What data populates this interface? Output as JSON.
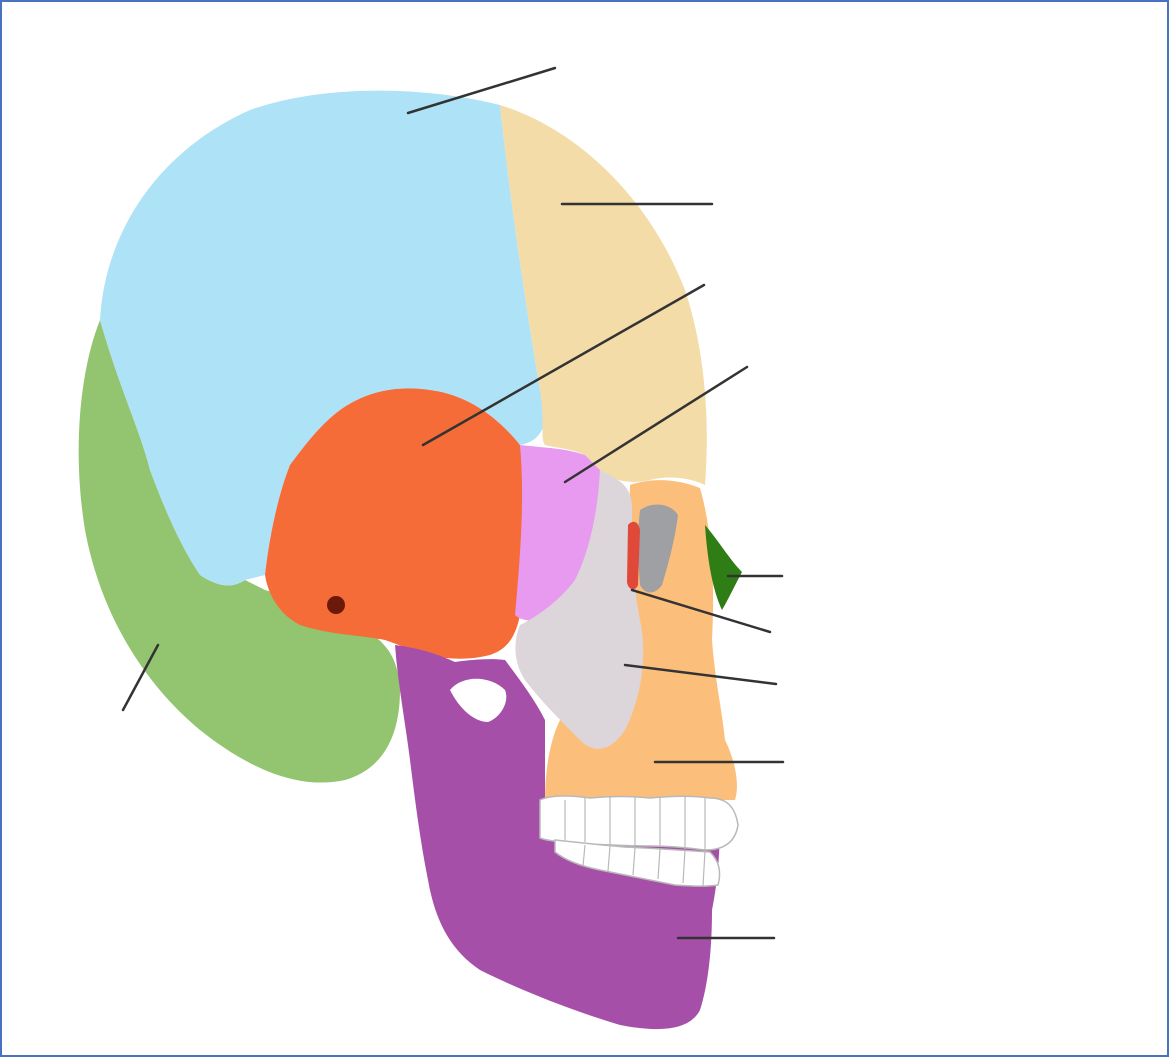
{
  "diagram": {
    "subject": "lateral-view-human-skull-bones",
    "colors": {
      "frame": "#4a72c0",
      "parietal": "#aee2f7",
      "frontal": "#f3dca8",
      "occipital": "#93c46f",
      "temporal": "#f66c38",
      "sphenoid": "#e89af0",
      "zygomatic": "#dcd6da",
      "maxilla": "#fcbf7b",
      "nasal": "#2f7d15",
      "lacrimal": "#e0493a",
      "ethmoid": "#9fa0a3",
      "mandible": "#a64fa9",
      "teeth": "#ffffff",
      "leader": "#333333"
    },
    "labels": [
      {
        "id": "parietal",
        "text": ""
      },
      {
        "id": "frontal",
        "text": ""
      },
      {
        "id": "temporal",
        "text": ""
      },
      {
        "id": "sphenoid",
        "text": ""
      },
      {
        "id": "nasal",
        "text": ""
      },
      {
        "id": "lacrimal",
        "text": ""
      },
      {
        "id": "zygomatic",
        "text": ""
      },
      {
        "id": "maxilla",
        "text": ""
      },
      {
        "id": "mandible",
        "text": ""
      },
      {
        "id": "occipital",
        "text": ""
      }
    ]
  }
}
